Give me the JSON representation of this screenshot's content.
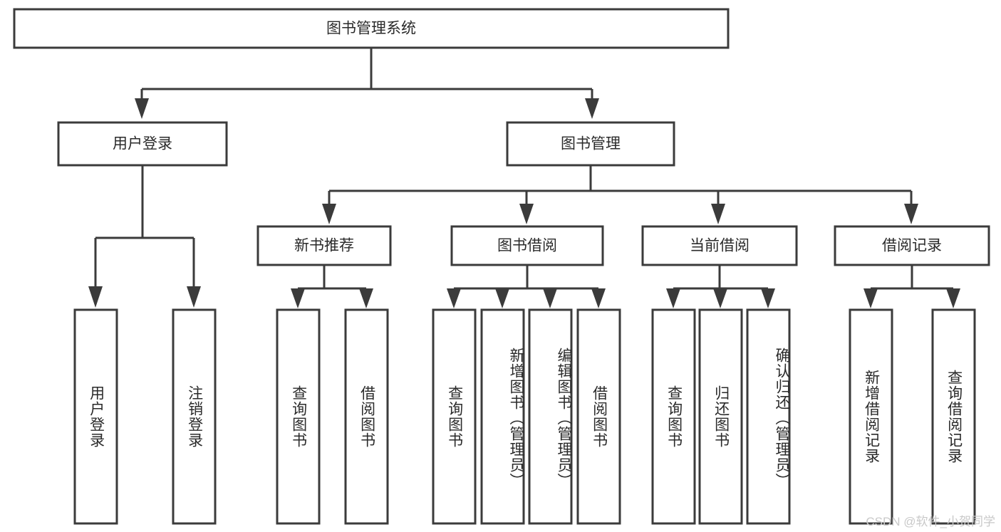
{
  "diagram": {
    "type": "hierarchy-tree",
    "title": "图书管理系统",
    "root": {
      "label": "图书管理系统"
    },
    "level2": [
      {
        "label": "用户登录"
      },
      {
        "label": "图书管理"
      }
    ],
    "level3": [
      {
        "label": "新书推荐"
      },
      {
        "label": "图书借阅"
      },
      {
        "label": "当前借阅"
      },
      {
        "label": "借阅记录"
      }
    ],
    "leaves": {
      "user_login": [
        {
          "label": "用户登录"
        },
        {
          "label": "注销登录"
        }
      ],
      "new_book_recommend": [
        {
          "label": "查询图书"
        },
        {
          "label": "借阅图书"
        }
      ],
      "book_borrow": [
        {
          "label": "查询图书"
        },
        {
          "label": "新增图书（管理员）"
        },
        {
          "label": "编辑图书（管理员）"
        },
        {
          "label": "借阅图书"
        }
      ],
      "current_borrow": [
        {
          "label": "查询图书"
        },
        {
          "label": "归还图书"
        },
        {
          "label": "确认归还（管理员）"
        }
      ],
      "borrow_record": [
        {
          "label": "新增借阅记录"
        },
        {
          "label": "查询借阅记录"
        }
      ]
    }
  },
  "watermark": {
    "text": "CSDN @软件_小贺同学"
  },
  "colors": {
    "stroke": "#3b3b3b",
    "box_fill": "#ffffff",
    "text": "#2a2a2a",
    "background": "#ffffff",
    "watermark": "#c9c9c9"
  }
}
